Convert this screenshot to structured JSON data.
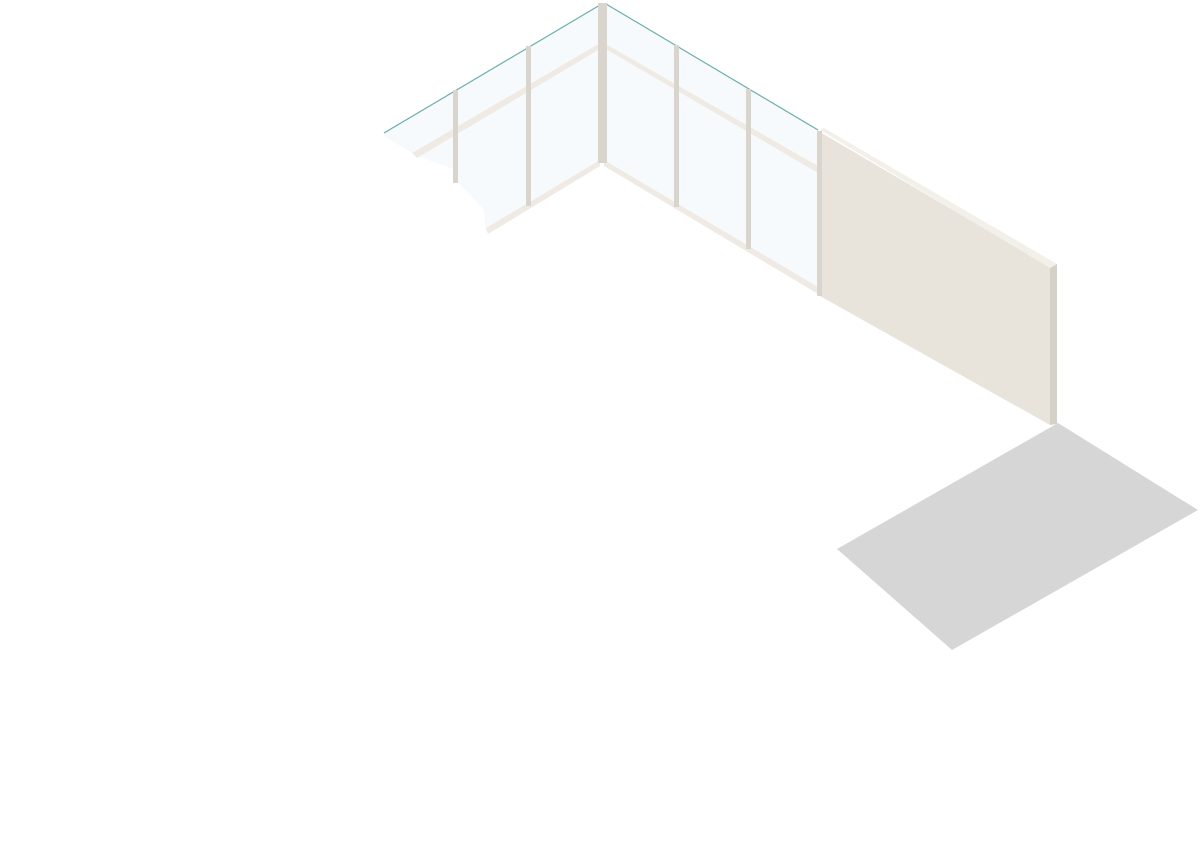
{
  "scene": {
    "view": "isometric",
    "elements": [
      "glass-wall-left",
      "glass-wall-right",
      "solid-wall",
      "floor-patch"
    ]
  },
  "colors": {
    "background": "#ffffff",
    "glass": "#f7fafd",
    "glass_top_edge": "#6aaeaa",
    "frame": "#efebe4",
    "frame_shade": "#d9d4cc",
    "wall_face": "#e8e4dc",
    "wall_top": "#f3f0ea",
    "wall_side": "#d5d1c8",
    "floor": "#d6d6d6"
  }
}
